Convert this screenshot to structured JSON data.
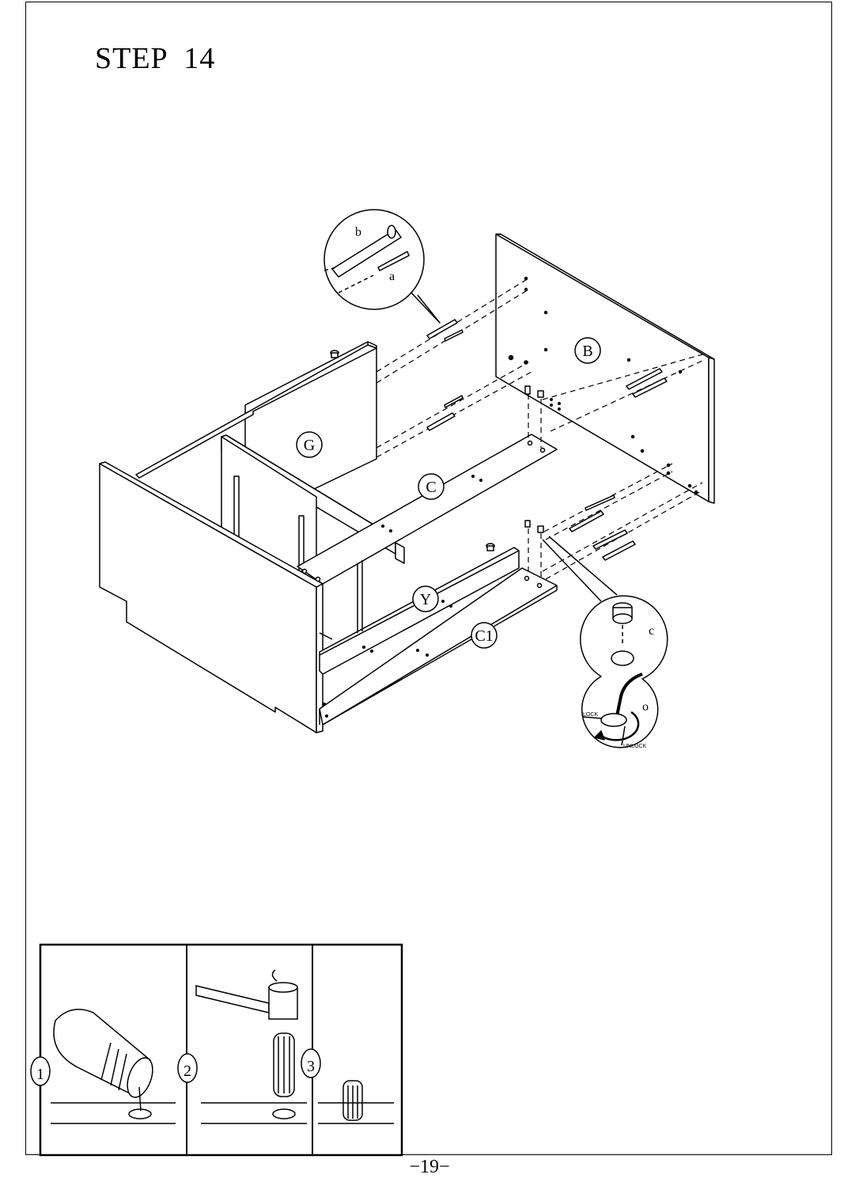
{
  "title": "STEP  14",
  "page_number": "−19−",
  "parts": {
    "panel_b": "B",
    "panel_g": "G",
    "rail_c": "C",
    "rail_y": "Y",
    "rail_c1": "C1"
  },
  "hardware": {
    "bolt": "b",
    "dowel": "a",
    "cam_lock": "c",
    "screwdriver": "o",
    "lock_label": "LOCK",
    "unlock_label": "UNLOCK"
  },
  "inset_steps": {
    "step1": "1",
    "step2": "2",
    "step3": "3"
  }
}
